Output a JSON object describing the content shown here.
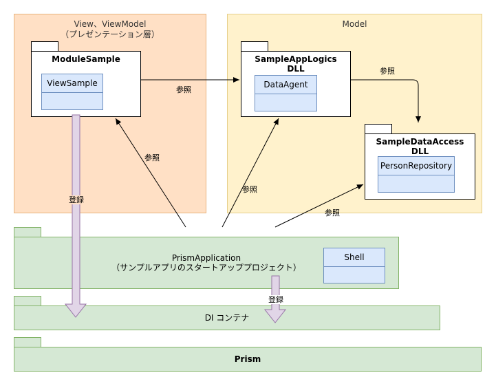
{
  "regions": {
    "view": {
      "title_line1": "View、ViewModel",
      "title_line2": "（プレゼンテーション層）"
    },
    "model": {
      "title": "Model"
    }
  },
  "packages": {
    "module_sample": {
      "name": "ModuleSample",
      "class_name": "ViewSample"
    },
    "app_logics": {
      "name_line1": "SampleAppLogics",
      "name_line2": "DLL",
      "class_name": "DataAgent"
    },
    "data_access": {
      "name_line1": "SampleDataAccess",
      "name_line2": "DLL",
      "class_name": "PersonRepository"
    }
  },
  "layers": {
    "prism_application": {
      "line1": "PrismApplication",
      "line2": "（サンプルアプリのスタートアッププロジェクト）",
      "class_name": "Shell"
    },
    "di_container": {
      "label": "DI コンテナ"
    },
    "prism": {
      "label": "Prism"
    }
  },
  "edge_labels": {
    "ref_module_to_logics": "参照",
    "ref_logics_to_access": "参照",
    "ref_app_to_module": "参照",
    "ref_app_to_logics": "参照",
    "ref_app_to_access": "参照",
    "register_module": "登録",
    "register_shell": "登録"
  },
  "colors": {
    "view_region": "#ffe0c5",
    "model_region": "#fff2cc",
    "class_fill": "#dae8fc",
    "layer_fill": "#d5e8d4",
    "register_arrow": "#e1d5e7"
  }
}
